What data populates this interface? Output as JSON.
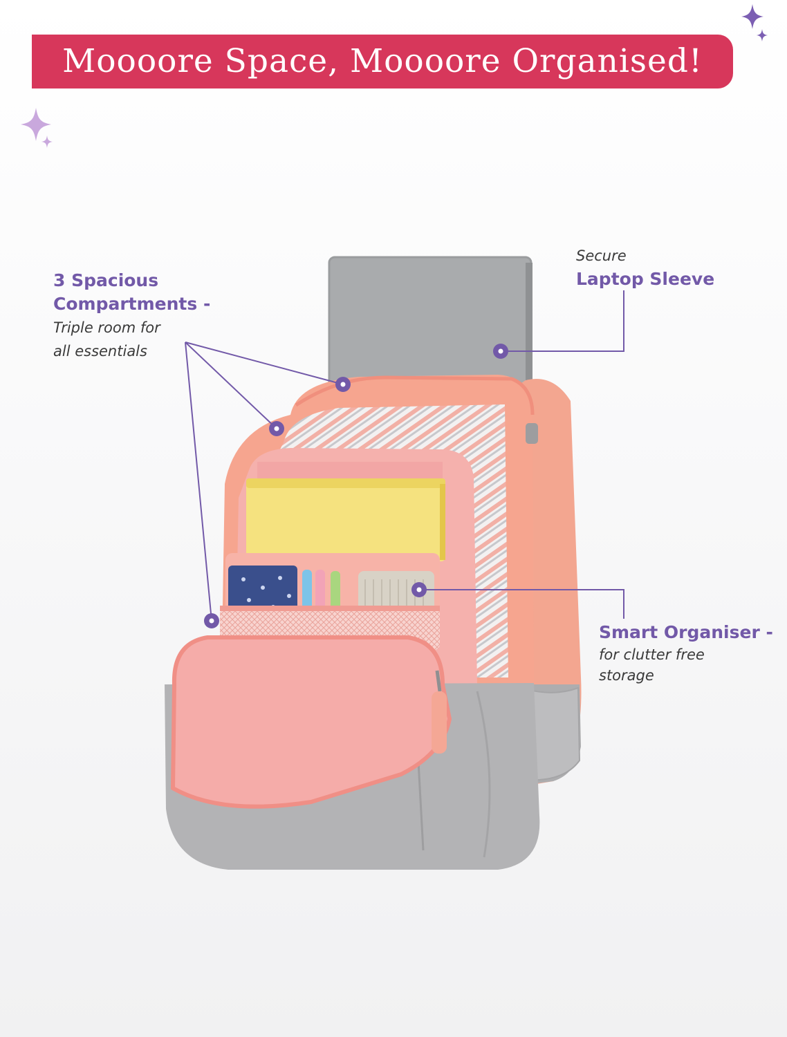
{
  "banner": {
    "title": "Moooore Space, Moooore Organised!",
    "color": "#d7375b"
  },
  "callouts": {
    "compartments": {
      "heading_line1": "3 Spacious",
      "heading_line2": "Compartments -",
      "desc_line1": "Triple room for",
      "desc_line2": "all essentials"
    },
    "laptop": {
      "prefix": "Secure",
      "heading": "Laptop Sleeve"
    },
    "organiser": {
      "heading": "Smart Organiser -",
      "desc_line1": "for clutter free",
      "desc_line2": "storage"
    }
  },
  "colors": {
    "accent": "#7259a8",
    "peach": "#f6a58f",
    "pink_lining": "#f5b1ad",
    "grey_body": "#b3b3b5",
    "laptop": "#a9abad"
  },
  "icons": [
    "sparkle-icon",
    "flower-marker-icon"
  ]
}
